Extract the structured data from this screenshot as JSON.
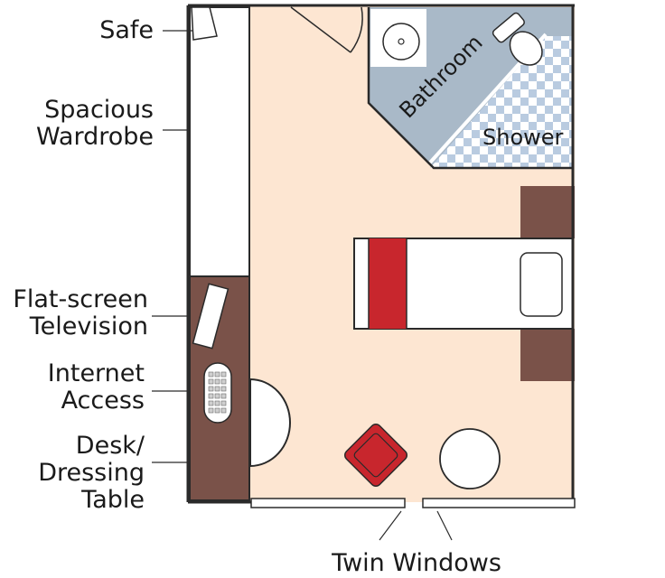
{
  "colors": {
    "floor": "#fde6d2",
    "wall": "#2a2a2a",
    "wood": "#7a5249",
    "bath_floor": "#a9b9c8",
    "shower_check_a": "#b9cbe0",
    "shower_check_b": "#ffffff",
    "bed_red": "#c8262d",
    "chair_red": "#c8262d",
    "white": "#ffffff"
  },
  "labels": {
    "safe": "Safe",
    "wardrobe_1": "Spacious",
    "wardrobe_2": "Wardrobe",
    "tv_1": "Flat-screen",
    "tv_2": "Television",
    "internet_1": "Internet",
    "internet_2": "Access",
    "desk_1": "Desk/",
    "desk_2": "Dressing",
    "desk_3": "Table",
    "windows": "Twin Windows",
    "bathroom": "Bathroom",
    "shower": "Shower"
  },
  "icons": [
    "door-swing-icon",
    "sink-icon",
    "toilet-icon",
    "pillow-icon",
    "keyboard-icon",
    "armchair-icon",
    "round-table-icon"
  ]
}
